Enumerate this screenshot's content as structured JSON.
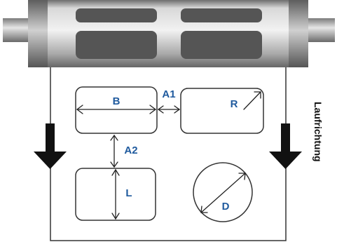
{
  "colors": {
    "label": "#1f5a9e",
    "outline": "#333333",
    "arrow": "#111111"
  },
  "labels": {
    "width": "B",
    "horizontal_gap": "A1",
    "radius": "R",
    "vertical_gap": "A2",
    "length": "L",
    "diameter": "D"
  },
  "direction_label": "Laufrichtung",
  "icons": [
    "roller",
    "arrow-down-left",
    "arrow-down-right"
  ]
}
